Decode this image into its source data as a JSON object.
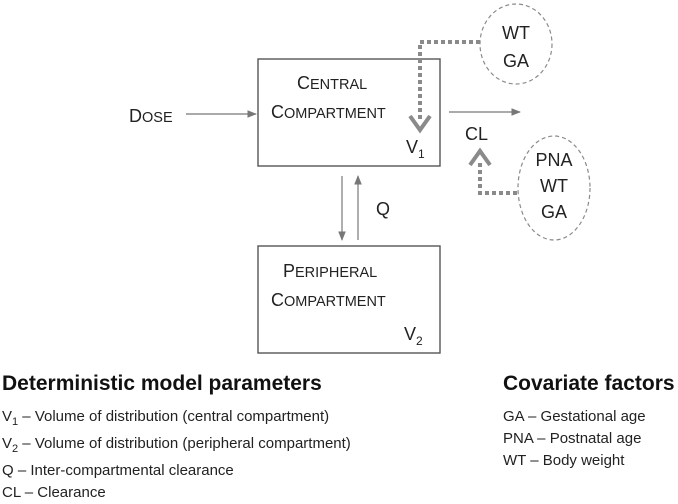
{
  "diagram": {
    "dose": {
      "first": "D",
      "rest": "OSE"
    },
    "central": {
      "line1": {
        "first": "C",
        "rest": "ENTRAL"
      },
      "line2": {
        "first": "C",
        "rest": "OMPARTMENT"
      },
      "volume": {
        "base": "V",
        "sub": "1"
      }
    },
    "peripheral": {
      "line1": {
        "first": "P",
        "rest": "ERIPHERAL"
      },
      "line2": {
        "first": "C",
        "rest": "OMPARTMENT"
      },
      "volume": {
        "base": "V",
        "sub": "2"
      }
    },
    "q_label": "Q",
    "cl_label": "CL",
    "covariate_group_top": [
      "WT",
      "GA"
    ],
    "covariate_group_right": [
      "PNA",
      "WT",
      "GA"
    ],
    "colors": {
      "box": "#555555",
      "arrow": "#777777",
      "dotted": "#8a8a8a",
      "ellipse": "#8a8a8a"
    }
  },
  "legend_params": {
    "heading": "Deterministic model parameters",
    "items": [
      {
        "sym": "V",
        "sub": "1",
        "text": " – Volume of distribution (central compartment)"
      },
      {
        "sym": "V",
        "sub": "2",
        "text": " – Volume of distribution (peripheral compartment)"
      },
      {
        "sym": "Q",
        "sub": "",
        "text": " –  Inter-compartmental clearance"
      },
      {
        "sym": "CL",
        "sub": "",
        "text": " – Clearance"
      }
    ]
  },
  "legend_covariates": {
    "heading": "Covariate factors",
    "items": [
      "GA – Gestational age",
      "PNA – Postnatal age",
      "WT – Body weight"
    ]
  }
}
